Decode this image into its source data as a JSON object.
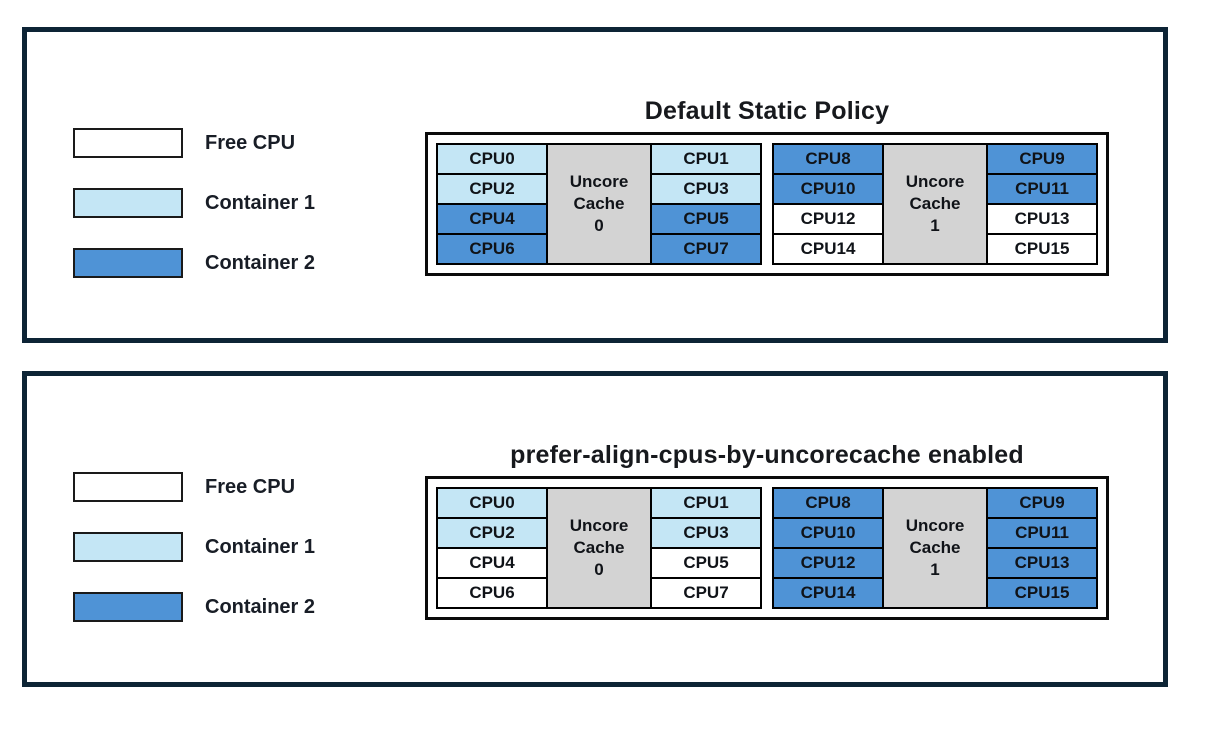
{
  "colors": {
    "free": "#ffffff",
    "container1": "#c4e6f5",
    "container2": "#4f93d6",
    "uncore_fill": "#d3d3d3",
    "panel_border": "#0d2435"
  },
  "legend": {
    "items": [
      {
        "key": "free",
        "label": "Free CPU"
      },
      {
        "key": "container1",
        "label": "Container 1"
      },
      {
        "key": "container2",
        "label": "Container 2"
      }
    ]
  },
  "panels": [
    {
      "title": "Default Static Policy",
      "groups": [
        {
          "cache": {
            "lines": [
              "Uncore",
              "Cache",
              "0"
            ]
          },
          "left": [
            {
              "label": "CPU0",
              "state": "container1"
            },
            {
              "label": "CPU2",
              "state": "container1"
            },
            {
              "label": "CPU4",
              "state": "container2"
            },
            {
              "label": "CPU6",
              "state": "container2"
            }
          ],
          "right": [
            {
              "label": "CPU1",
              "state": "container1"
            },
            {
              "label": "CPU3",
              "state": "container1"
            },
            {
              "label": "CPU5",
              "state": "container2"
            },
            {
              "label": "CPU7",
              "state": "container2"
            }
          ]
        },
        {
          "cache": {
            "lines": [
              "Uncore",
              "Cache",
              "1"
            ]
          },
          "left": [
            {
              "label": "CPU8",
              "state": "container2"
            },
            {
              "label": "CPU10",
              "state": "container2"
            },
            {
              "label": "CPU12",
              "state": "free"
            },
            {
              "label": "CPU14",
              "state": "free"
            }
          ],
          "right": [
            {
              "label": "CPU9",
              "state": "container2"
            },
            {
              "label": "CPU11",
              "state": "container2"
            },
            {
              "label": "CPU13",
              "state": "free"
            },
            {
              "label": "CPU15",
              "state": "free"
            }
          ]
        }
      ]
    },
    {
      "title": "prefer-align-cpus-by-uncorecache enabled",
      "groups": [
        {
          "cache": {
            "lines": [
              "Uncore",
              "Cache",
              "0"
            ]
          },
          "left": [
            {
              "label": "CPU0",
              "state": "container1"
            },
            {
              "label": "CPU2",
              "state": "container1"
            },
            {
              "label": "CPU4",
              "state": "free"
            },
            {
              "label": "CPU6",
              "state": "free"
            }
          ],
          "right": [
            {
              "label": "CPU1",
              "state": "container1"
            },
            {
              "label": "CPU3",
              "state": "container1"
            },
            {
              "label": "CPU5",
              "state": "free"
            },
            {
              "label": "CPU7",
              "state": "free"
            }
          ]
        },
        {
          "cache": {
            "lines": [
              "Uncore",
              "Cache",
              "1"
            ]
          },
          "left": [
            {
              "label": "CPU8",
              "state": "container2"
            },
            {
              "label": "CPU10",
              "state": "container2"
            },
            {
              "label": "CPU12",
              "state": "container2"
            },
            {
              "label": "CPU14",
              "state": "container2"
            }
          ],
          "right": [
            {
              "label": "CPU9",
              "state": "container2"
            },
            {
              "label": "CPU11",
              "state": "container2"
            },
            {
              "label": "CPU13",
              "state": "container2"
            },
            {
              "label": "CPU15",
              "state": "container2"
            }
          ]
        }
      ]
    }
  ]
}
